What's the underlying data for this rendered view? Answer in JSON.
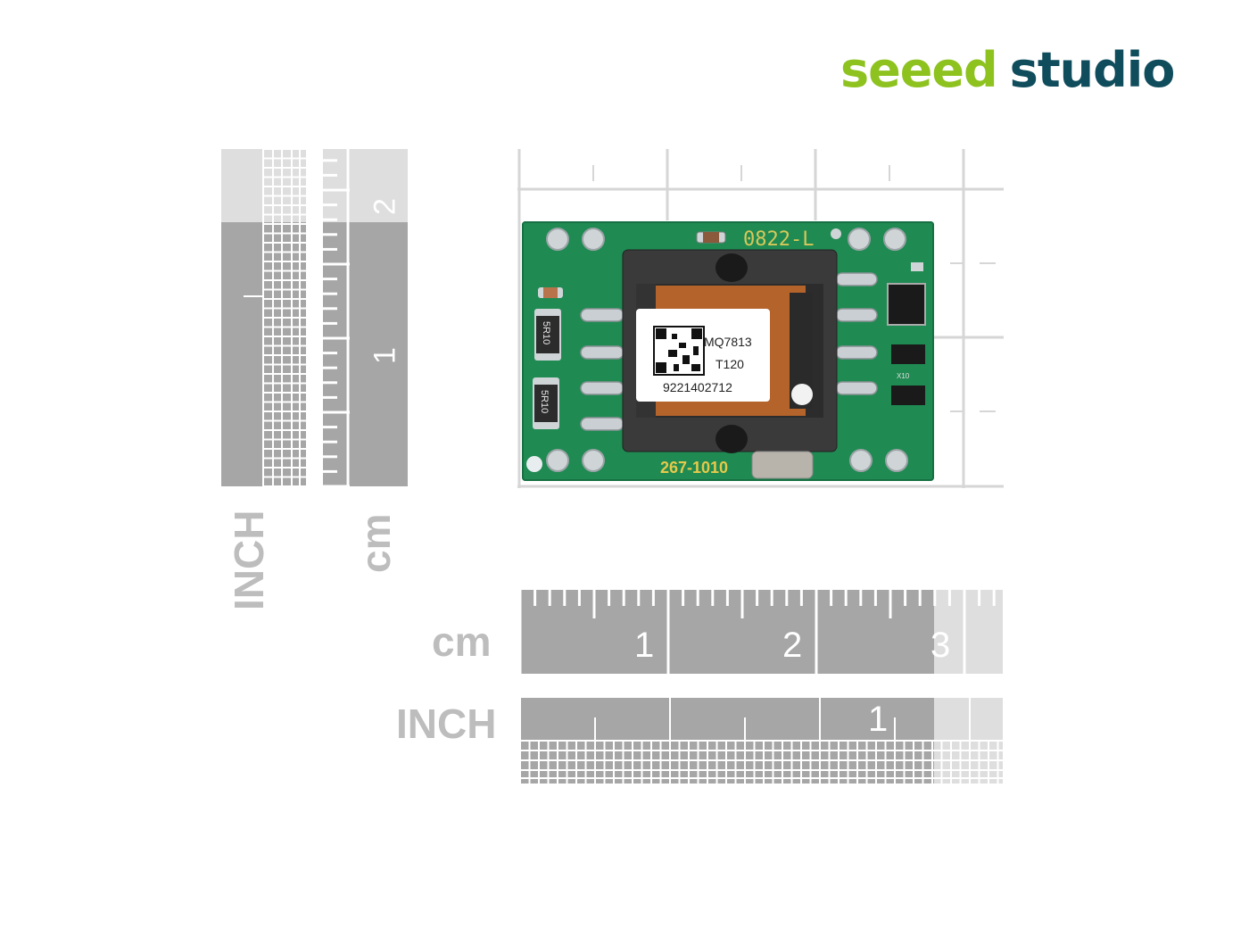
{
  "logo": {
    "word1": "seeed",
    "word2": "studio",
    "color1": "#8dc21f",
    "color2": "#0f4c5c"
  },
  "rulers": {
    "vertical_inch_label": "INCH",
    "vertical_cm_label": "cm",
    "vertical_cm_numbers": [
      "2",
      "1"
    ],
    "horizontal_cm_label": "cm",
    "horizontal_cm_numbers": [
      "1",
      "2",
      "3"
    ],
    "horizontal_inch_label": "INCH",
    "horizontal_inch_numbers": [
      "1"
    ]
  },
  "module": {
    "top_silk": "0822-L",
    "bottom_silk": "267-1010",
    "label_lines": [
      "MQ7813",
      "T120",
      "9221402712"
    ],
    "resistor_marking": "5R10",
    "diode_marking": "X10",
    "colors": {
      "pcb": "#1f8a52",
      "core": "#3a3a3a",
      "copper": "#b4632a",
      "pad": "#cfd4d6"
    }
  }
}
